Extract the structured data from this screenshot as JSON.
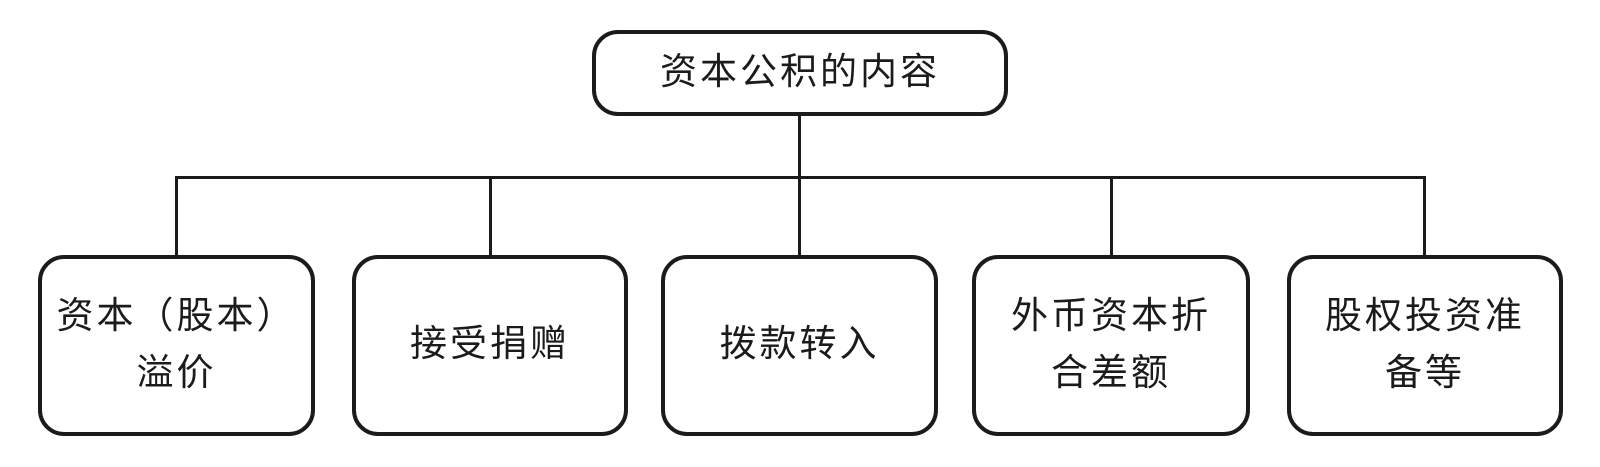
{
  "diagram": {
    "type": "tree",
    "root": {
      "label": "资本公积的内容",
      "lines": [
        "资本公积的内容"
      ]
    },
    "children": [
      {
        "label": "资本（股本）溢价",
        "lines": [
          "资本（股本）",
          "溢价"
        ]
      },
      {
        "label": "接受捐赠",
        "lines": [
          "接受捐赠"
        ]
      },
      {
        "label": "拨款转入",
        "lines": [
          "拨款转入"
        ]
      },
      {
        "label": "外币资本折合差额",
        "lines": [
          "外币资本折",
          "合差额"
        ]
      },
      {
        "label": "股权投资准备等",
        "lines": [
          "股权投资准",
          "备等"
        ]
      }
    ],
    "colors": {
      "line": "#1b1b1b",
      "background": "#ffffff"
    }
  }
}
